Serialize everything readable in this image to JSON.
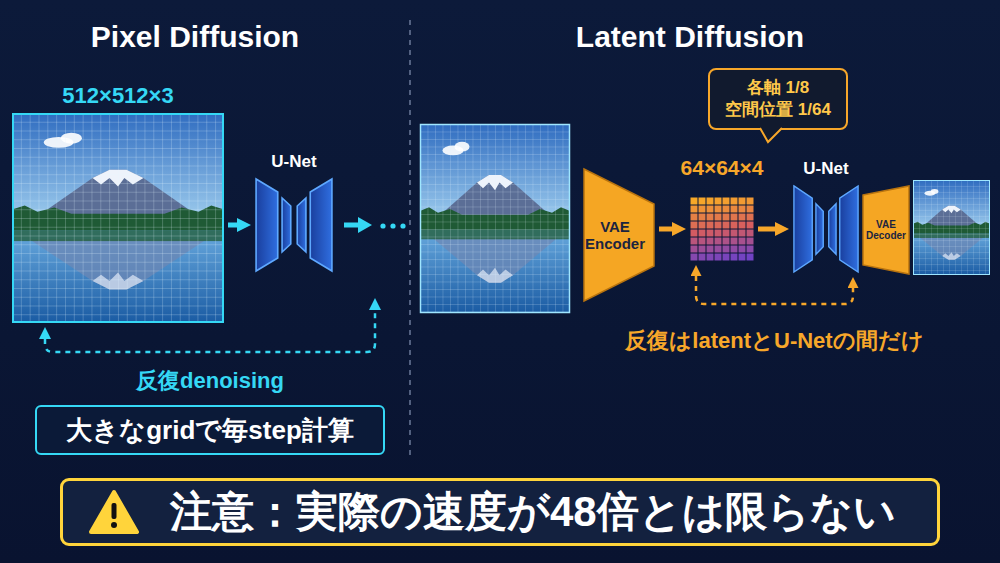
{
  "diagram": {
    "nodes": [
      {
        "text": [
          "512×512×3"
        ]
      },
      {
        "text": [
          "U-Net"
        ]
      },
      {
        "text": [
          "大きなgridで毎step計算"
        ]
      },
      {
        "text": [
          "VAE Encoder"
        ]
      },
      {
        "text": [
          "各軸 1/8 空間位置 1/64"
        ]
      },
      {
        "text": [
          "64×64×4"
        ]
      },
      {
        "text": [
          "U-Net"
        ]
      },
      {
        "text": [
          "VAE Decoder"
        ]
      },
      {
        "text": [
          "注意：実際の速度が48倍とは限らない"
        ]
      }
    ],
    "edges": [
      {
        "from": 0,
        "to": 1,
        "arrow": "to"
      },
      {
        "from": 3,
        "to": 5,
        "arrow": "to"
      },
      {
        "from": 5,
        "to": 6,
        "arrow": "to"
      },
      {
        "from": 5,
        "to": 6,
        "label": "反復はlatentとU-Netの間だけ",
        "arrow": "both"
      }
    ],
    "labels": [
      "Pixel Diffusion",
      "Latent Diffusion",
      "反復denoising"
    ]
  }
}
